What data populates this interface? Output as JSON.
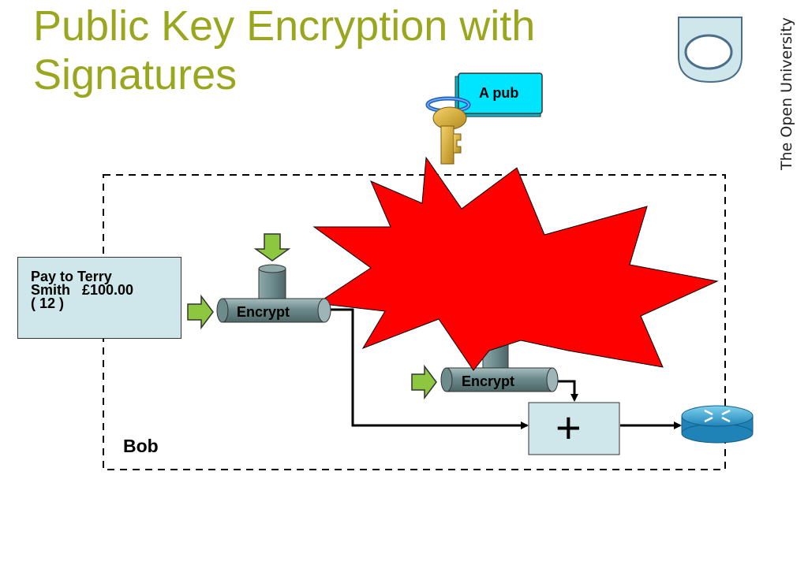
{
  "slide": {
    "title_line1": "Public Key Encryption with",
    "title_line2": "Signatures",
    "title_color": "#99a61e"
  },
  "branding": {
    "wordmark": "The Open University",
    "logo_icon": "open-university-shield-logo"
  },
  "key_tag": {
    "label": "A pub",
    "icon": "key-icon"
  },
  "message": {
    "line1": "Pay to Terry",
    "line2": "Smith   £100.00",
    "line3": "( 12 )"
  },
  "encrypt_pipe_1": {
    "label": "Encrypt"
  },
  "encrypt_pipe_2": {
    "label": "Encrypt"
  },
  "combiner": {
    "symbol": "+"
  },
  "boundary": {
    "label": "Bob"
  },
  "output": {
    "icon": "router-icon"
  },
  "colors": {
    "starburst": "#ff0000",
    "input_arrow": "#8dc63f",
    "pipe": "#6e8b8c",
    "box_fill": "#cfe6ea",
    "tag_fill": "#00e5ff"
  }
}
